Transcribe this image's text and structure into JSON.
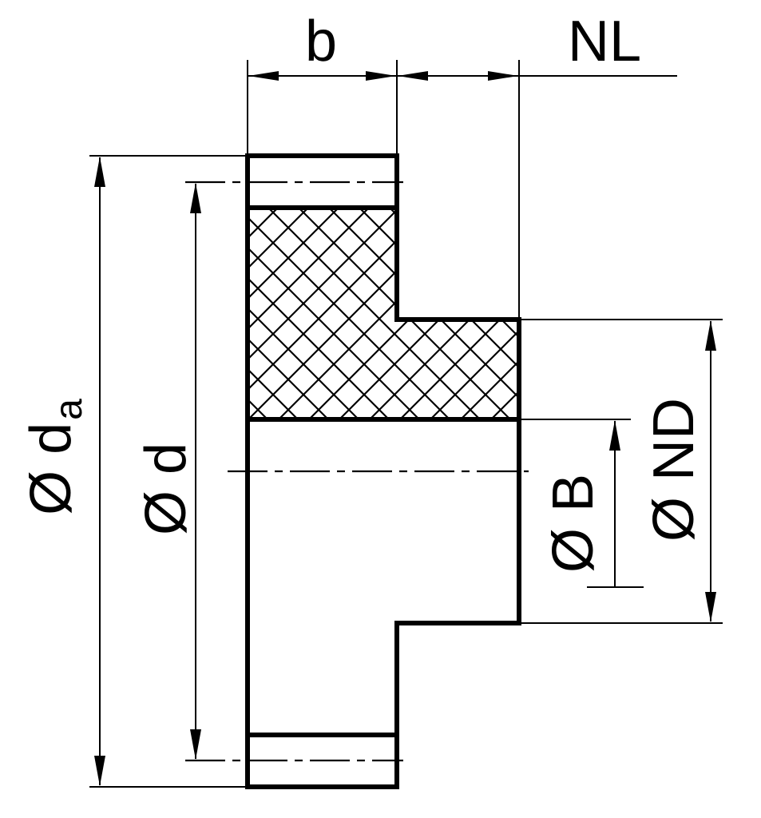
{
  "drawing": {
    "background": "#ffffff",
    "line_color": "#000000",
    "labels": {
      "b": "b",
      "nl": "NL",
      "da_main": "Ø d",
      "da_sub": "a",
      "d": "Ø d",
      "bore": "Ø B",
      "nd": "Ø ND"
    }
  }
}
